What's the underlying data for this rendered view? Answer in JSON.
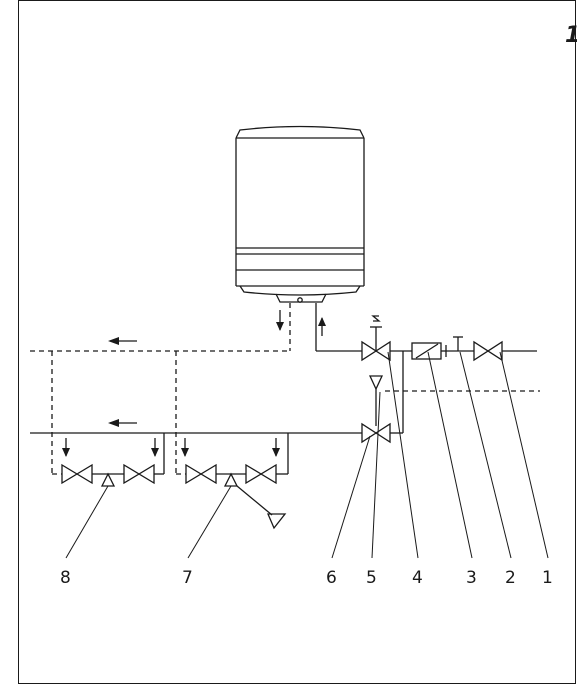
{
  "figure": {
    "number": "1"
  },
  "labels": [
    "8",
    "7",
    "6",
    "5",
    "4",
    "3",
    "2",
    "1"
  ],
  "colors": {
    "stroke": "#1a1a1a",
    "background": "#ffffff"
  }
}
